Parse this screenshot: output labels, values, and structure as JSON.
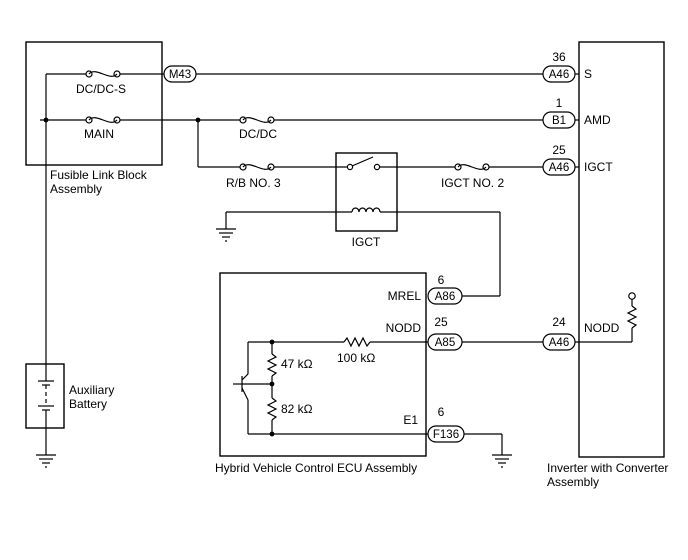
{
  "components": {
    "fusible_link_block": {
      "line1": "Fusible Link Block",
      "line2": "Assembly"
    },
    "inverter": {
      "line1": "Inverter with Converter",
      "line2": "Assembly"
    },
    "ecu": {
      "label": "Hybrid Vehicle Control ECU Assembly"
    },
    "auxiliary_battery": {
      "line1": "Auxiliary",
      "line2": "Battery"
    },
    "igct_relay": {
      "label": "IGCT"
    }
  },
  "fuses": {
    "dcdc_s": "DC/DC-S",
    "main": "MAIN",
    "dcdc": "DC/DC",
    "rb_no3": "R/B NO. 3",
    "igct_no2": "IGCT NO. 2"
  },
  "connectors": {
    "m43": "M43",
    "a46_s": "A46",
    "b1": "B1",
    "a46_igct": "A46",
    "a86": "A86",
    "a85": "A85",
    "a46_nodd": "A46",
    "f136": "F136"
  },
  "pins": {
    "a46_s": "36",
    "b1": "1",
    "a46_igct": "25",
    "a86": "6",
    "a85": "25",
    "a46_nodd": "24",
    "f136": "6"
  },
  "terminals": {
    "s": "S",
    "amd": "AMD",
    "igct": "IGCT",
    "mrel": "MREL",
    "nodd_ecu": "NODD",
    "e1": "E1",
    "nodd_inv": "NODD"
  },
  "resistors": {
    "r100k": "100 kΩ",
    "r47k": "47 kΩ",
    "r82k": "82 kΩ"
  }
}
